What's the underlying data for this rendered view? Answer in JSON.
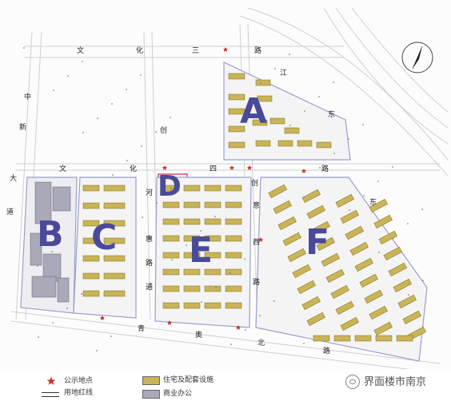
{
  "roads": {
    "wenhua_san": [
      "文",
      "化",
      "三",
      "路"
    ],
    "wenhua_si": [
      "文",
      "化",
      "四",
      "路"
    ],
    "zhongxin": [
      "中",
      "新",
      "大",
      "道"
    ],
    "qingao_bei": [
      "青",
      "奥",
      "北",
      "路"
    ],
    "chuangyi_west": [
      "创",
      "意",
      "西",
      "路"
    ],
    "he_lu": [
      "河",
      "路"
    ],
    "hui_tong": [
      "惠",
      "通"
    ],
    "right_top": [
      "江",
      "东"
    ],
    "right_mid": [
      "东"
    ]
  },
  "plots": [
    "A",
    "B",
    "C",
    "D",
    "E",
    "F"
  ],
  "legend": {
    "marker_label": "公示地点",
    "redline_label": "用地红线",
    "residential_label": "住宅及配套设施",
    "commercial_label": "商业办公"
  },
  "colors": {
    "residential": "#c9b458",
    "commercial": "#a9a9b9",
    "marker": "#c8302a",
    "redline": "#d24a5a",
    "plot_letter": "#4a4a9a"
  },
  "watermark": "界面楼市南京",
  "icons": [
    "star-icon",
    "wechat-icon",
    "compass-icon"
  ]
}
